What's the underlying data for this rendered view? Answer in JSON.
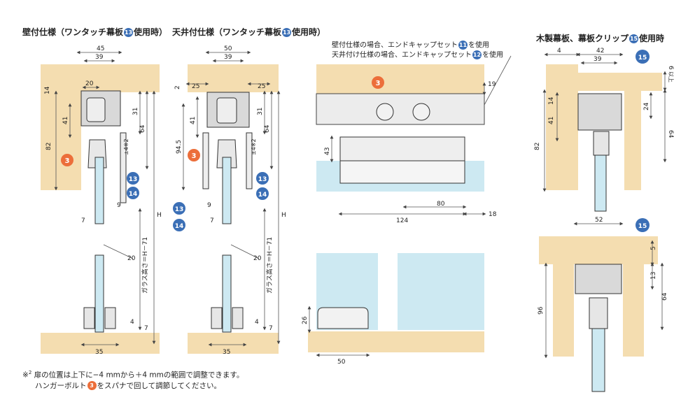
{
  "colors": {
    "wood": "#f4ddb0",
    "glass": "#cde9f2",
    "line": "#333333",
    "dim": "#555555",
    "badge_blue": "#3b6fb6",
    "badge_orange": "#ec6e3a",
    "metal": "#d9d9d9"
  },
  "titles": {
    "wall": {
      "prefix": "壁付仕様（ワンタッチ幕板",
      "badge": "13",
      "suffix": "使用時）"
    },
    "ceiling": {
      "prefix": "天井付仕様（ワンタッチ幕板",
      "badge": "13",
      "suffix": "使用時）"
    },
    "wood": {
      "prefix": "木製幕板、幕板クリップ",
      "badge": "15",
      "suffix": "使用時"
    }
  },
  "endcap_notes": {
    "line1": {
      "prefix": "壁付仕様の場合、エンドキャップセット",
      "badge": "11",
      "suffix": "を使用"
    },
    "line2": {
      "prefix": "天井付け仕様の場合、エンドキャップセット",
      "badge": "12",
      "suffix": "を使用"
    }
  },
  "footnote": {
    "mark": "※",
    "sup": "2",
    "line1": "扉の位置は上下に−4 mmから＋4 mmの範囲で調整できます。",
    "line2_prefix": "ハンガーボルト",
    "line2_badge": "3",
    "line2_suffix": "をスパナで回して調節してください。"
  },
  "wall_view": {
    "dims": {
      "w45": "45",
      "w39": "39",
      "w20": "20",
      "h14": "14",
      "h41": "41",
      "h82": "82",
      "h31": "31",
      "h64": "64",
      "adj": "±4※2",
      "w7": "7",
      "w9": "9",
      "w20b": "20",
      "glass_height": "ガラス高さ＝H－71",
      "H": "H",
      "w35": "35",
      "b4": "4",
      "b7": "7"
    },
    "callouts": {
      "c3": "3",
      "c13": "13",
      "c14": "14"
    }
  },
  "ceiling_view": {
    "dims": {
      "w50": "50",
      "w39": "39",
      "w25a": "25",
      "w25b": "25",
      "h2": "2",
      "h41": "41",
      "h94_5": "94.5",
      "h31": "31",
      "h64": "64",
      "adj": "±4※2",
      "w7": "7",
      "w9": "9",
      "w20": "20",
      "glass_height": "ガラス高さ＝H－71",
      "H": "H",
      "w35": "35",
      "b4": "4",
      "b7": "7"
    },
    "callouts": {
      "c3": "3",
      "c13": "13",
      "c14": "14"
    }
  },
  "front_view": {
    "dims": {
      "h19": "19",
      "h43": "43",
      "w124": "124",
      "w80": "80",
      "w18": "18",
      "h26": "26",
      "w50": "50"
    },
    "callouts": {
      "c3": "3"
    }
  },
  "wood_top_view": {
    "dims": {
      "w4": "4",
      "w42": "42",
      "w39": "39",
      "above": "以上",
      "h6": "6",
      "h14": "14",
      "h24": "24",
      "h41": "41",
      "h64": "64",
      "h82": "82"
    },
    "callouts": {
      "c15": "15"
    }
  },
  "wood_bottom_view": {
    "dims": {
      "w52": "52",
      "h5": "5",
      "h13": "13",
      "h64": "64",
      "h96": "96"
    },
    "callouts": {
      "c15": "15"
    }
  }
}
